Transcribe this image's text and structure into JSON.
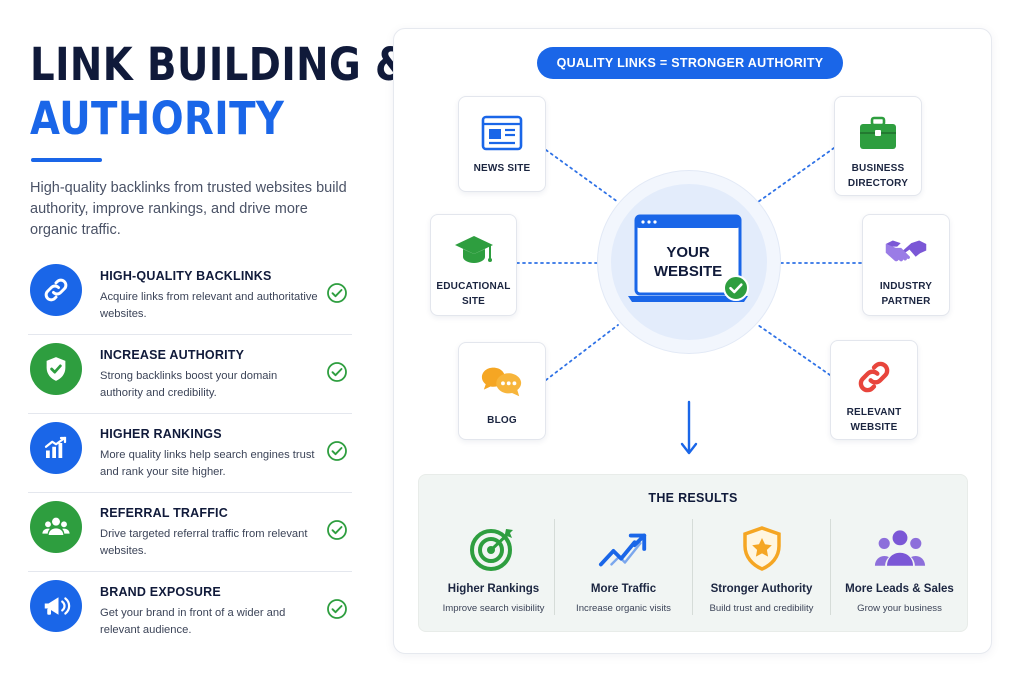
{
  "heading": {
    "line1": "LINK BUILDING &",
    "line2": "AUTHORITY",
    "intro": "High-quality backlinks from trusted websites build authority, improve rankings, and drive more organic traffic."
  },
  "features": [
    {
      "title": "HIGH-QUALITY BACKLINKS",
      "desc": "Acquire links from relevant and authoritative websites.",
      "icon": "chain-link-icon",
      "color": "#1a66e8"
    },
    {
      "title": "INCREASE AUTHORITY",
      "desc": "Strong backlinks boost your domain authority and credibility.",
      "icon": "shield-check-icon",
      "color": "#2e9e3f"
    },
    {
      "title": "HIGHER RANKINGS",
      "desc": "More quality links help search engines trust and rank your site higher.",
      "icon": "bar-chart-icon",
      "color": "#1a66e8"
    },
    {
      "title": "REFERRAL TRAFFIC",
      "desc": "Drive targeted referral traffic from relevant websites.",
      "icon": "users-icon",
      "color": "#2e9e3f"
    },
    {
      "title": "BRAND EXPOSURE",
      "desc": "Get your brand in front of a wider and relevant audience.",
      "icon": "megaphone-icon",
      "color": "#1a66e8"
    }
  ],
  "diagram": {
    "banner": "QUALITY LINKS = STRONGER AUTHORITY",
    "hub": {
      "line1": "YOUR",
      "line2": "WEBSITE"
    },
    "nodes": {
      "news": {
        "line1": "NEWS SITE",
        "line2": ""
      },
      "business": {
        "line1": "BUSINESS",
        "line2": "DIRECTORY"
      },
      "educational": {
        "line1": "EDUCATIONAL",
        "line2": "SITE"
      },
      "industry": {
        "line1": "INDUSTRY",
        "line2": "PARTNER"
      },
      "blog": {
        "line1": "BLOG",
        "line2": ""
      },
      "relevant": {
        "line1": "RELEVANT",
        "line2": "WEBSITE"
      }
    }
  },
  "results": {
    "title": "THE RESULTS",
    "items": [
      {
        "label": "Higher Rankings",
        "desc": "Improve search visibility",
        "icon": "target-icon"
      },
      {
        "label": "More Traffic",
        "desc": "Increase organic visits",
        "icon": "trend-up-icon"
      },
      {
        "label": "Stronger Authority",
        "desc": "Build trust and credibility",
        "icon": "star-shield-icon"
      },
      {
        "label": "More Leads & Sales",
        "desc": "Grow your business",
        "icon": "group-icon"
      }
    ]
  },
  "colors": {
    "accent_blue": "#1a66e8",
    "accent_green": "#2e9e3f",
    "navy": "#101a3a",
    "purple": "#7b57d6",
    "orange": "#f5a623",
    "red": "#e8453c"
  }
}
